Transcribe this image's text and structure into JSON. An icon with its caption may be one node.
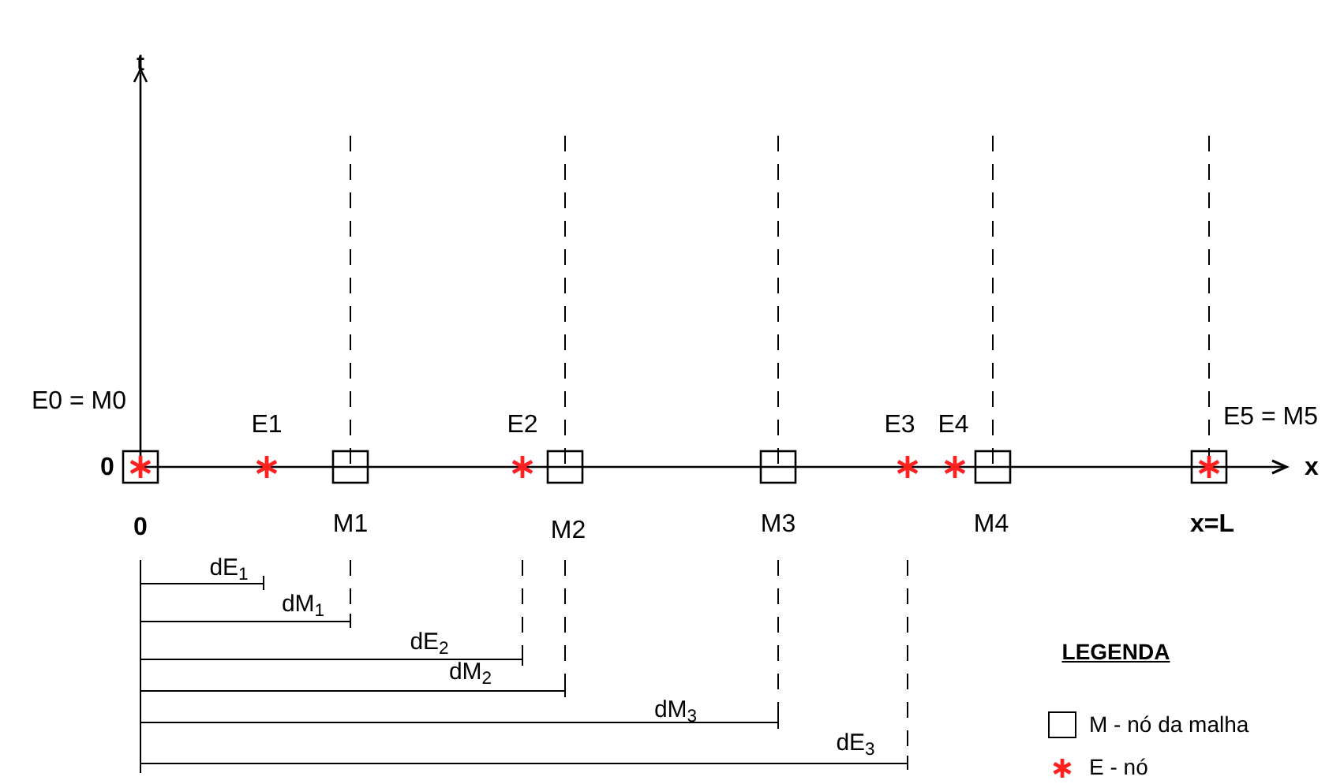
{
  "diagram": {
    "labels": [
      "t",
      "E0 = M0",
      "E1",
      "E2",
      "E3",
      "E4",
      "E5 = M5",
      "0",
      "x",
      "0",
      "M1",
      "M2",
      "M3",
      "M4",
      "x=L",
      "dE$_{1}$",
      "dM$_{1}$",
      "dE$_{2}$",
      "dM$_{2}$",
      "dM$_{3}$",
      "dE$_{3}$",
      "LEGENDA"
    ],
    "legend": [
      {
        "text": "M - nó da malha"
      },
      {
        "text": "E - nó"
      }
    ]
  }
}
